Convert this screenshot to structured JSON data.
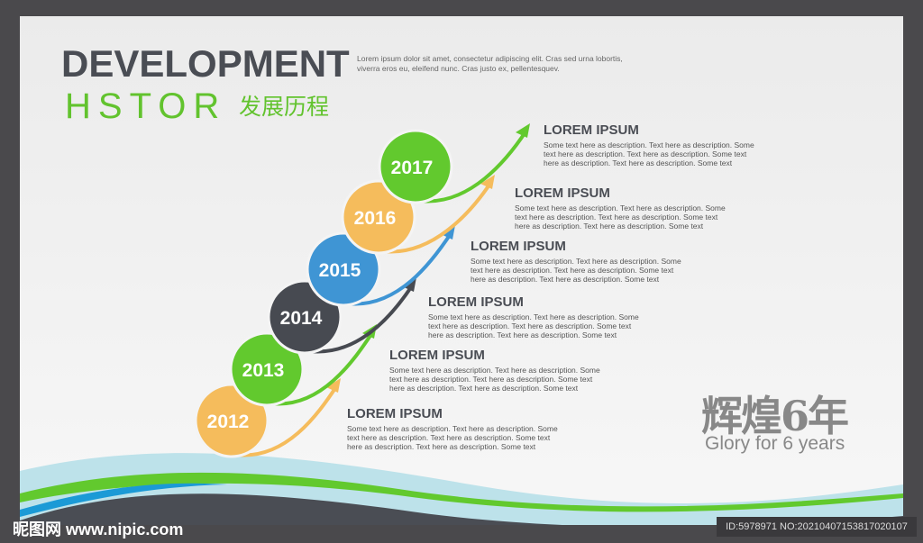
{
  "header": {
    "title": "DEVELOPMENT",
    "subtitle": "HSTOR",
    "subtitle_cn": "发展历程",
    "intro": "Lorem ipsum dolor sit amet, consectetur adipiscing elit. Cras sed urna lobortis, viverra eros eu, eleifend nunc. Cras justo ex, pellentesquev."
  },
  "timeline": [
    {
      "year": "2012",
      "color": "#f5bc5c",
      "heading": "LOREM IPSUM",
      "lines": [
        "Some text here as description. Text here as description. Some",
        "text here as description. Text here as description. Some text",
        "here as description. Text here as description. Some text"
      ]
    },
    {
      "year": "2013",
      "color": "#62c92e",
      "heading": "LOREM IPSUM",
      "lines": [
        "Some text here as description. Text here as description. Some",
        "text here as description. Text here as description. Some text",
        "here as description. Text here as description. Some text"
      ]
    },
    {
      "year": "2014",
      "color": "#474a51",
      "heading": "LOREM IPSUM",
      "lines": [
        "Some text here as description. Text here as description. Some",
        "text here as description. Text here as description. Some text",
        "here as description. Text here as description. Some text"
      ]
    },
    {
      "year": "2015",
      "color": "#3f95d4",
      "heading": "LOREM IPSUM",
      "lines": [
        "Some text here as description. Text here as description. Some",
        "text here as description. Text here as description. Some text",
        "here as description. Text here as description. Some text"
      ]
    },
    {
      "year": "2016",
      "color": "#f5bc5c",
      "heading": "LOREM IPSUM",
      "lines": [
        "Some text here as description. Text here as description. Some",
        "text here as description. Text here as description. Some text",
        "here as description. Text here as description. Some text"
      ]
    },
    {
      "year": "2017",
      "color": "#62c92e",
      "heading": "LOREM IPSUM",
      "lines": [
        "Some text here as description. Text here as description. Some",
        "text here as description. Text here as description. Some text",
        "here as description. Text here as description. Some text"
      ]
    }
  ],
  "badge": {
    "cn": "辉煌6年",
    "en": "Glory for 6 years"
  },
  "watermark": {
    "left": "昵图网 www.nipic.com",
    "right": "ID:5978971 NO:20210407153817020107"
  }
}
